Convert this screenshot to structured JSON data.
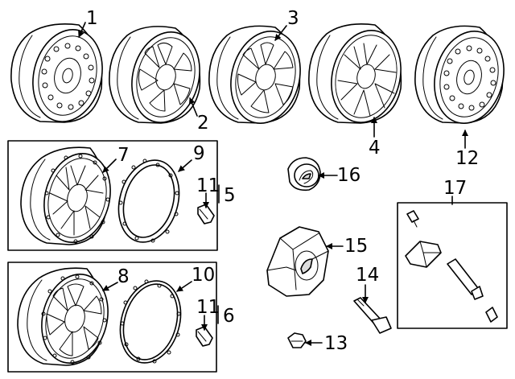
{
  "diagram": {
    "callouts": {
      "c1": "1",
      "c2": "2",
      "c3": "3",
      "c4": "4",
      "c5": "5",
      "c6": "6",
      "c7": "7",
      "c8": "8",
      "c9": "9",
      "c10": "10",
      "c11a": "11",
      "c11b": "11",
      "c12": "12",
      "c13": "13",
      "c14": "14",
      "c15": "15",
      "c16": "16",
      "c17": "17"
    },
    "colors": {
      "line": "#000000",
      "background": "#ffffff",
      "shade": "#dcdcdc"
    }
  }
}
